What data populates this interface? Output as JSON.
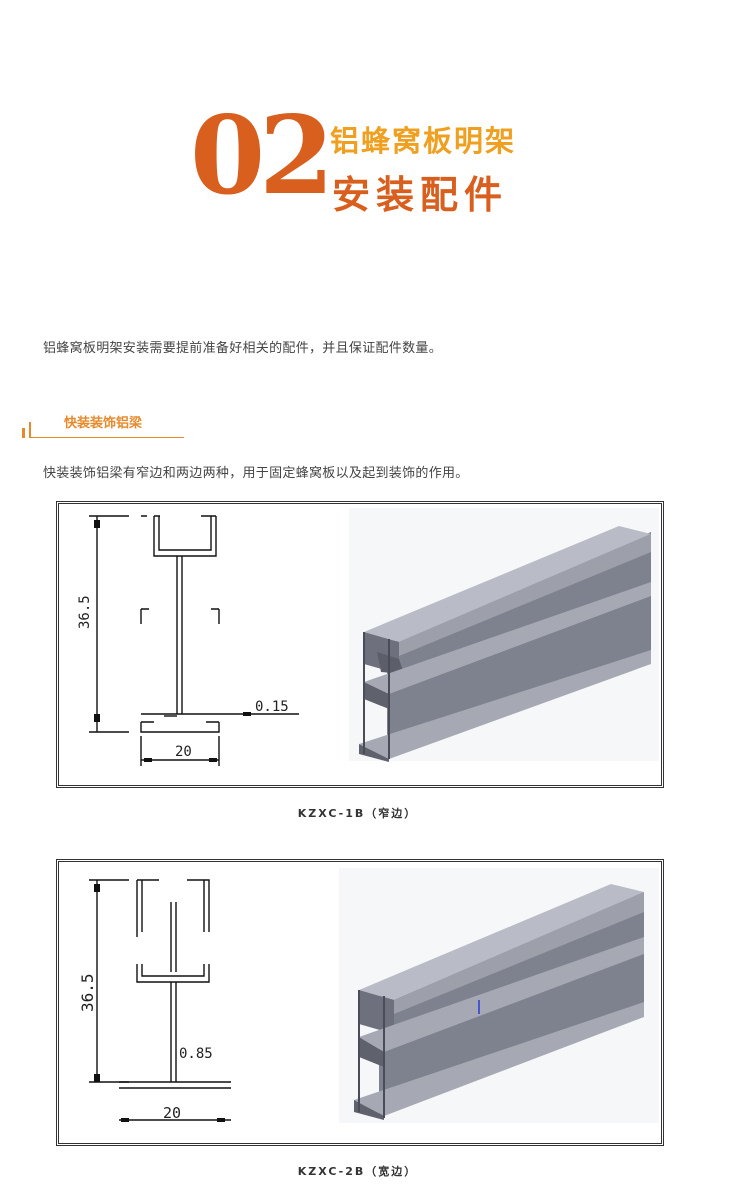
{
  "header": {
    "number": "02",
    "title_line1": "铝蜂窝板明架",
    "title_line2": "安装配件"
  },
  "intro": "铝蜂窝板明架安装需要提前准备好相关的配件，并且保证配件数量。",
  "section": {
    "title": "快装装饰铝梁",
    "description": "快装装饰铝梁有窄边和两边两种，用于固定蜂窝板以及起到装饰的作用。"
  },
  "products": [
    {
      "caption": "KZXC-1B（窄边）",
      "dims": {
        "height": "36.5",
        "width": "20",
        "thickness": "0.15"
      }
    },
    {
      "caption": "KZXC-2B（宽边）",
      "dims": {
        "height": "36.5",
        "width": "20",
        "thickness": "0.85"
      }
    }
  ],
  "colors": {
    "accent_orange": "#d95f1f",
    "accent_yellow": "#f0a020",
    "section_orange": "#e7892b",
    "profile_gray": "#8a8d9a"
  }
}
